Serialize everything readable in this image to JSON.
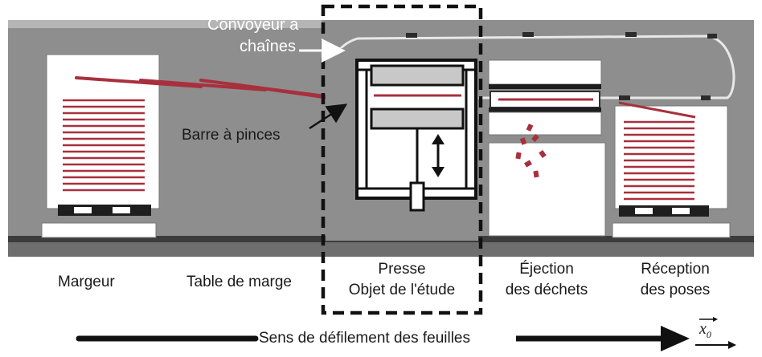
{
  "labels": {
    "convoyeur_line1": "Convoyeur à",
    "convoyeur_line2": "chaînes",
    "barre_a_pinces": "Barre à pinces",
    "margeur": "Margeur",
    "table_de_marge": "Table de marge",
    "presse_line1": "Presse",
    "presse_line2": "Objet de l'étude",
    "ejection_line1": "Éjection",
    "ejection_line2": "des déchets",
    "reception_line1": "Réception",
    "reception_line2": "des poses",
    "sens_defilement": "Sens de défilement des feuilles",
    "axis_symbol": "x",
    "axis_subscript": "0"
  },
  "colors": {
    "machine_gray": "#8e8e8e",
    "panel_white": "#ffffff",
    "sheet_red": "#a8303d",
    "outline_black": "#111111",
    "floor_dark": "#3c3c3c"
  }
}
